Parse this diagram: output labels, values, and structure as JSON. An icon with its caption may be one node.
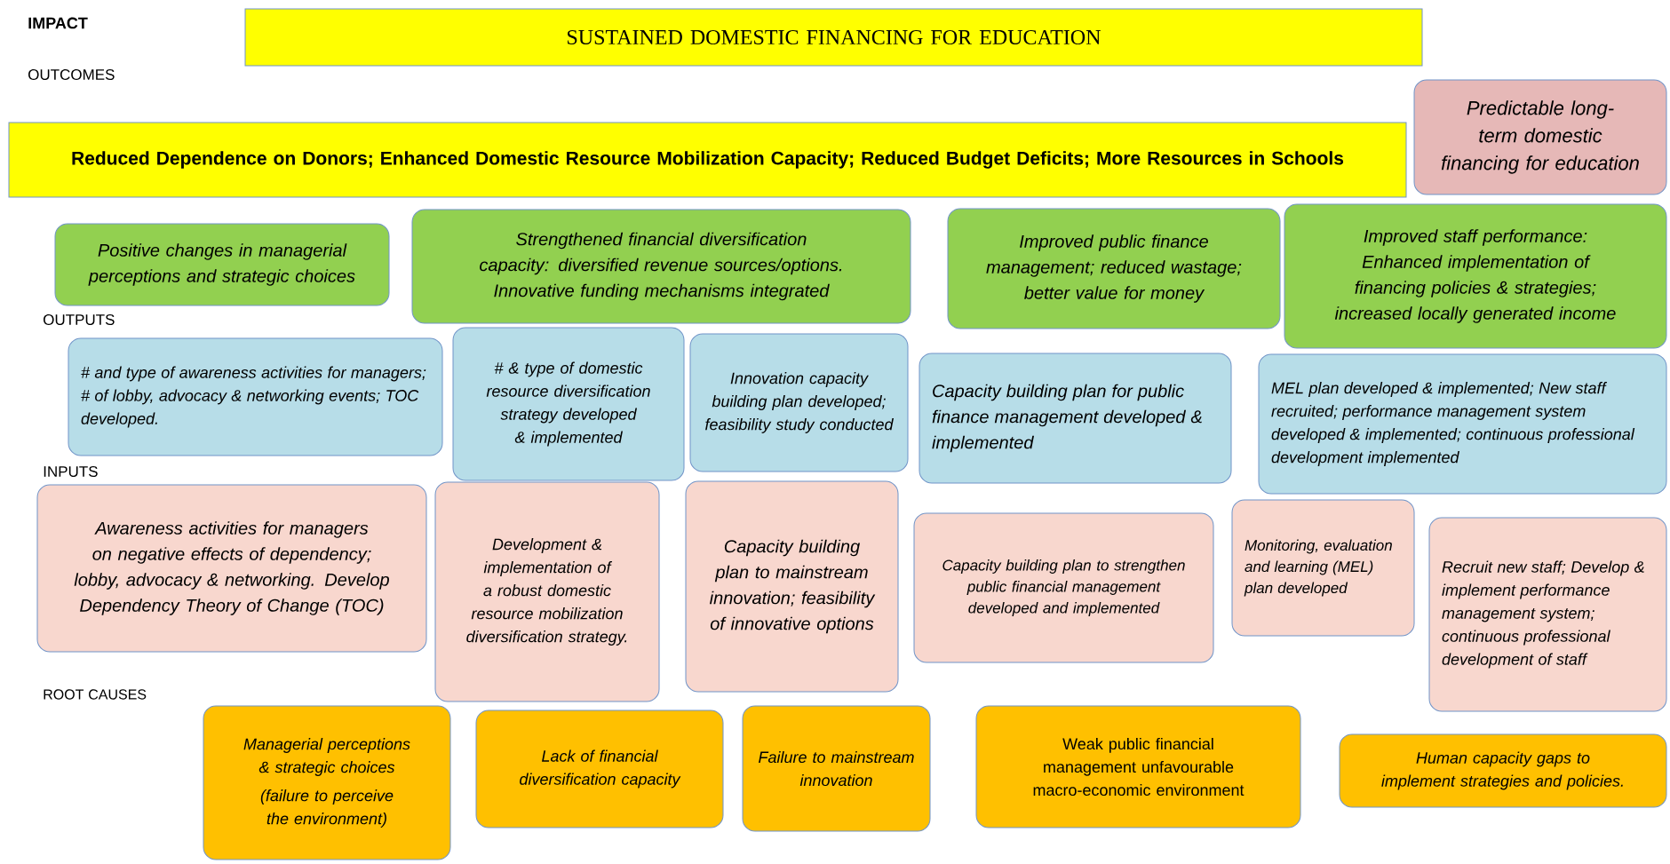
{
  "diagram": {
    "nodes": [
      {
        "text": [
          "SUSTAINED DOMESTIC FINANCING FOR EDUCATION"
        ]
      },
      {
        "text": [
          "Reduced Dependence on Donors; Enhanced Domestic Resource Mobilization Capacity; Reduced Budget Deficits; More Resources in Schools"
        ]
      },
      {
        "text": [
          "Predictable long-term domestic financing for education"
        ]
      },
      {
        "text": [
          "Positive changes in managerial perceptions and strategic choices"
        ]
      },
      {
        "text": [
          "Strengthened financial diversification capacity: diversified revenue sources/options. Innovative funding mechanisms integrated"
        ]
      },
      {
        "text": [
          "Improved public finance management; reduced wastage; better value for money"
        ]
      },
      {
        "text": [
          "Improved staff performance: Enhanced implementation of financing policies & strategies; increased locally generated income"
        ]
      },
      {
        "text": [
          "# and type of awareness activities for managers; # of lobby, advocacy & networking events; TOC developed."
        ]
      },
      {
        "text": [
          "# & type of domestic resource diversification strategy developed & implemented"
        ]
      },
      {
        "text": [
          "Innovation capacity building plan developed; feasibility study conducted"
        ]
      },
      {
        "text": [
          "Capacity building plan for public finance management developed & implemented"
        ]
      },
      {
        "text": [
          "MEL plan developed & implemented; New staff recruited; performance management system developed & implemented; continuous professional development implemented"
        ]
      },
      {
        "text": [
          "Awareness activities for managers on negative effects of dependency; lobby, advocacy & networking.  Develop Dependency Theory of Change (TOC)"
        ]
      },
      {
        "text": [
          "Development & implementation of a robust domestic resource mobilization diversification strategy."
        ]
      },
      {
        "text": [
          "Capacity building plan to mainstream innovation; feasibility of innovative options"
        ]
      },
      {
        "text": [
          "Capacity building plan to strengthen public financial management developed and implemented"
        ]
      },
      {
        "text": [
          "Monitoring, evaluation and learning (MEL) plan developed"
        ]
      },
      {
        "text": [
          "Recruit new staff; Develop & implement performance management system; continuous professional development of staff"
        ]
      },
      {
        "text": [
          "Managerial perceptions & strategic choices",
          "(failure to perceive the environment)"
        ]
      },
      {
        "text": [
          "Lack of financial diversification capacity"
        ]
      },
      {
        "text": [
          "Failure to mainstream innovation"
        ]
      },
      {
        "text": [
          "Weak public financial management unfavourable macro-economic environment"
        ]
      },
      {
        "text": [
          "Human capacity gaps to implement strategies and policies."
        ]
      }
    ],
    "labels": [
      "IMPACT",
      "OUTCOMES",
      "OUTPUTS",
      "INPUTS",
      "ROOT CAUSES"
    ]
  }
}
